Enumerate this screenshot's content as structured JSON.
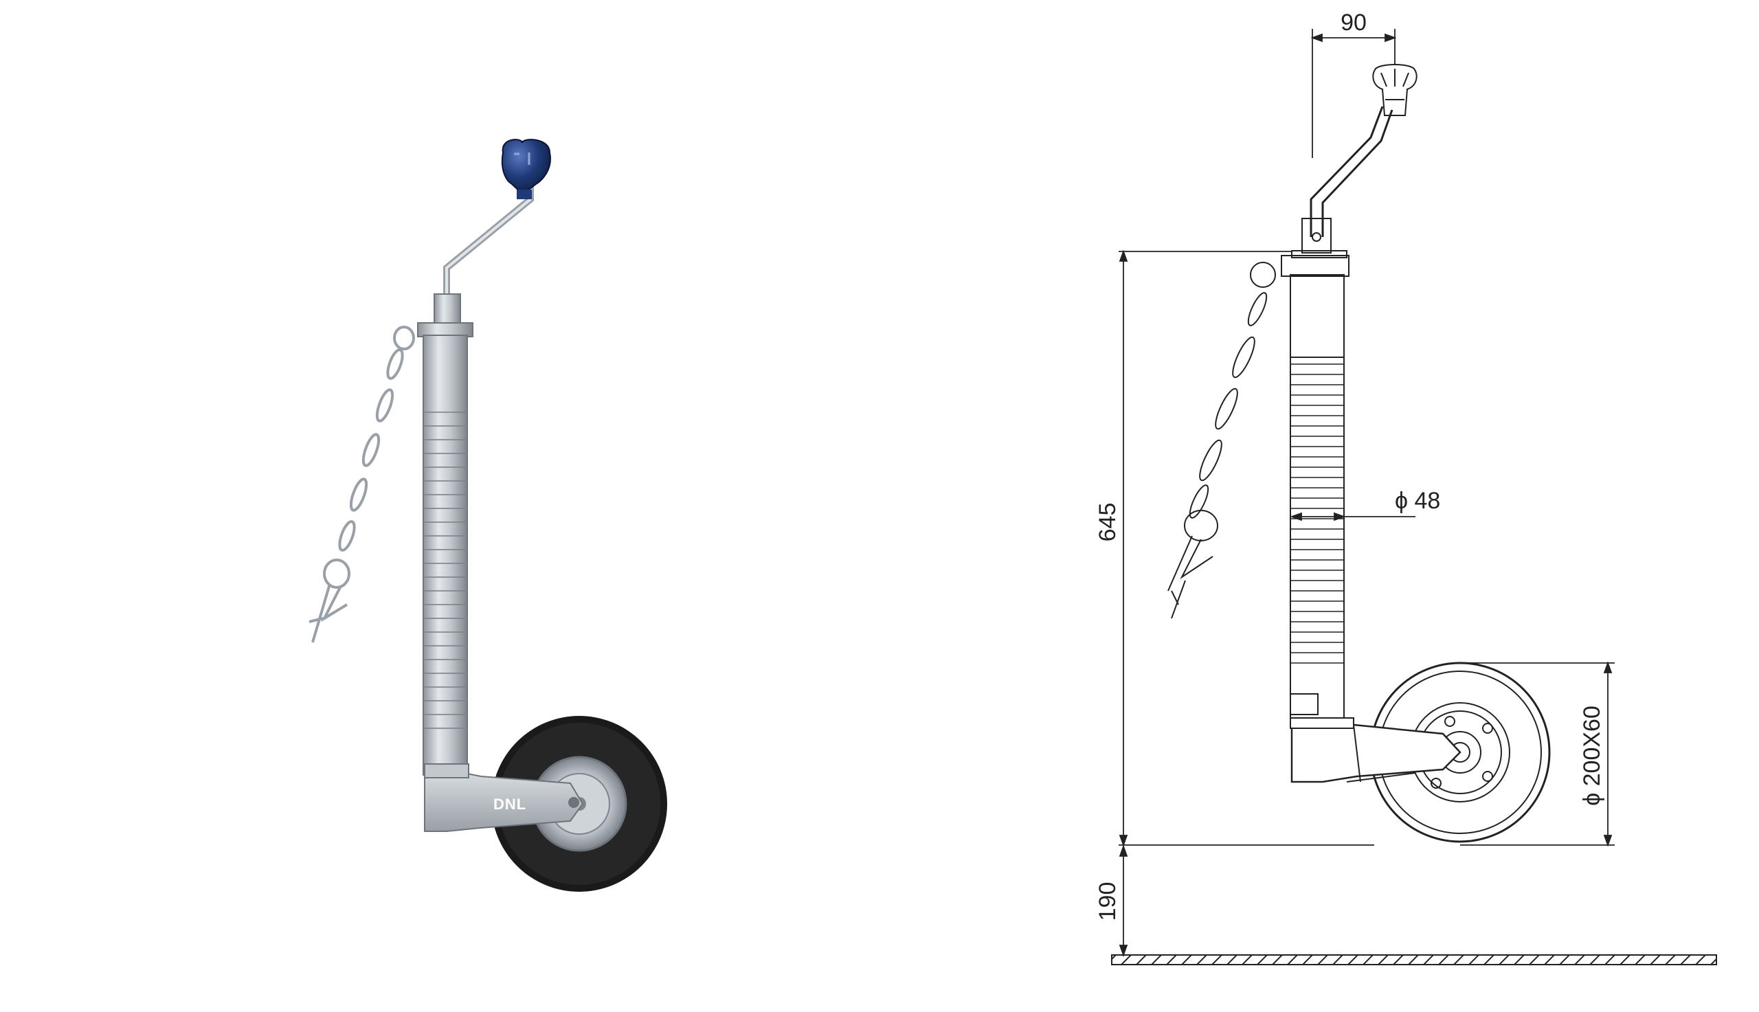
{
  "product": {
    "brand": "DNL"
  },
  "dimensions": {
    "crank_offset": "90",
    "tube_diameter": "ϕ 48",
    "total_height": "645",
    "wheel_size": "ϕ 200X60",
    "stroke": "190"
  },
  "colors": {
    "knob": "#1f3a78",
    "metal": "#b8bdc4",
    "tire": "#1a1a1a",
    "line": "#222222"
  }
}
